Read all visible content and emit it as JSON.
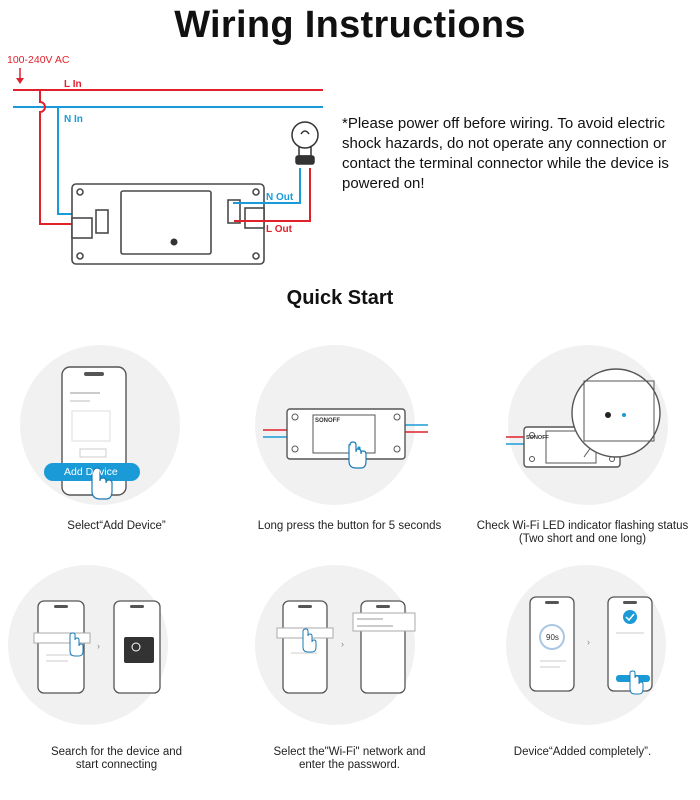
{
  "title": "Wiring Instructions",
  "wiring": {
    "voltage_label": "100-240V AC",
    "l_in": "L In",
    "n_in": "N In",
    "n_out": "N Out",
    "l_out": "L Out",
    "colors": {
      "live": "#e0202a",
      "neutral": "#1a9bd7",
      "device": "#4a4a4a"
    }
  },
  "warning_text": "*Please power off before wiring. To avoid electric shock hazards, do not operate any connection or contact the terminal connector while the device is powered on!",
  "quick_start_title": "Quick Start",
  "steps": [
    {
      "caption": "Select“Add Device”",
      "button_label": "Add Device"
    },
    {
      "caption": "Long press the button for 5 seconds",
      "brand": "SONOFF"
    },
    {
      "caption": "Check Wi-Fi LED indicator flashing status\n(Two short and one long)",
      "brand": "SONOFF"
    },
    {
      "caption": "Search for the device and\nstart connecting"
    },
    {
      "caption": "Select the\"Wi-Fi\" network and\nenter the password."
    },
    {
      "caption": "Device“Added completely”.",
      "countdown": "90s"
    }
  ]
}
